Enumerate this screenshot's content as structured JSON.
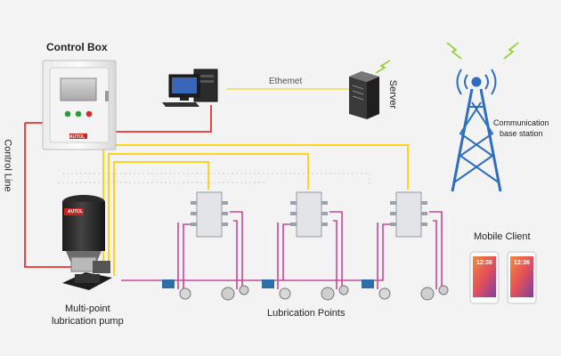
{
  "labels": {
    "control_box": "Control Box",
    "control_line": "Control Line",
    "ethernet": "Ethemet",
    "server": "Server",
    "comm_line1": "Communication",
    "comm_line2": "base station",
    "mobile_client": "Mobile Client",
    "pump_line1": "Multi-point",
    "pump_line2": "lubrication pump",
    "lubrication_points": "Lubrication Points",
    "brand": "AUTOL",
    "phone_time": "12:36"
  },
  "colors": {
    "control_line": "#e8322f",
    "yellow_line": "#ffd21f",
    "pink_line": "#c8479b",
    "ethernet_line": "#f0e04a",
    "tower": "#2f6dbf",
    "signal": "#8ccd26",
    "pump_body": "#2b2b2b",
    "brand_red": "#c9241e"
  },
  "icons": [
    "computer-icon",
    "server-icon",
    "tower-icon",
    "signal-icon",
    "phone-icon",
    "sensor-icon",
    "valve-icon"
  ]
}
